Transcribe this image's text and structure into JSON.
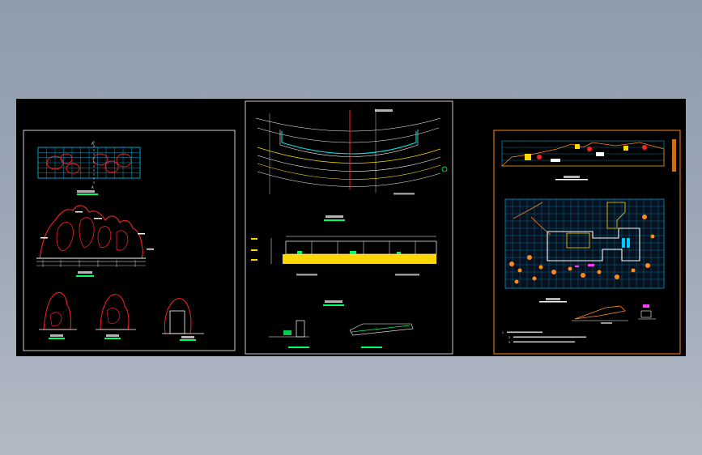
{
  "app": {
    "kind": "CAD drawing viewer"
  },
  "colors": {
    "background_top": "#8e9cae",
    "background_bottom": "#b2b9c4",
    "canvas": "#000000",
    "line_white": "#ffffff",
    "rock_red": "#ff2020",
    "grid_cyan": "#00c8ff",
    "sheet_border_orange": "#ff8a1a",
    "path_yellow": "#ffd700",
    "label_green": "#00ff66",
    "accent_magenta": "#ff3cff"
  },
  "sheets": [
    {
      "id": "sheet-1",
      "labels": {
        "plan_top": "A",
        "plan_bottom": "A"
      }
    },
    {
      "id": "sheet-2"
    },
    {
      "id": "sheet-3",
      "notes_marker": "1",
      "note_2_marker": "2",
      "note_3_marker": "3"
    }
  ]
}
